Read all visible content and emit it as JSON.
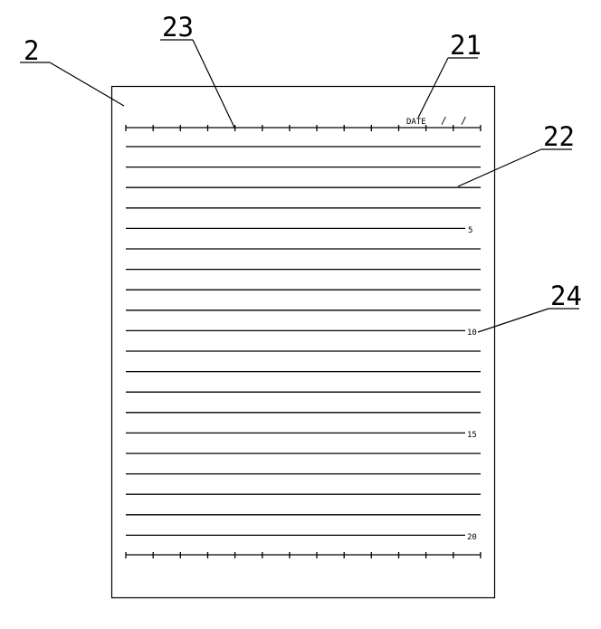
{
  "callouts": {
    "page": "2",
    "date_field": "21",
    "ruled_line": "22",
    "top_scale": "23",
    "line_number": "24"
  },
  "date_field": {
    "label": "DATE",
    "separator_1": "/",
    "separator_2": "/"
  },
  "line_numbers": [
    "5",
    "10",
    "15",
    "20"
  ]
}
